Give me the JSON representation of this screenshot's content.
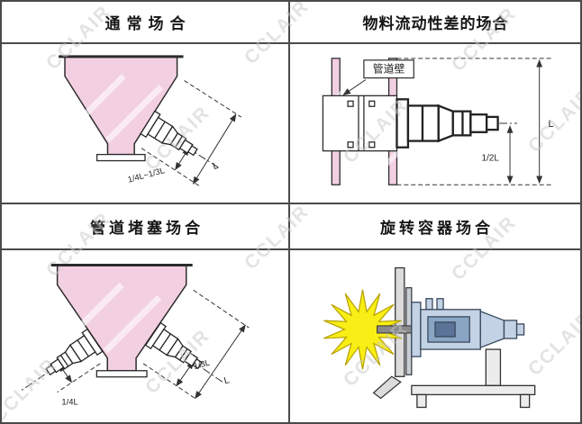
{
  "colors": {
    "pink": "#f3cfe2",
    "yellow": "#f9ee15",
    "blue": "#c3d2e4",
    "blue-dark": "#8aa4c4",
    "watermark": "#c9c9c9"
  },
  "watermark": {
    "text": "CCLAIR"
  },
  "panels": {
    "normal": {
      "title": "通常场合",
      "labels": {
        "range": "1/4L~1/3L",
        "full": "L"
      }
    },
    "poor_flow": {
      "title": "物料流动性差的场合",
      "labels": {
        "pipe_wall": "管道壁",
        "half": "1/2L",
        "full": "L"
      }
    },
    "blockage": {
      "title": "管道堵塞场合",
      "labels": {
        "quarter": "1/4L",
        "third": "1/3L",
        "full": "L"
      }
    },
    "rotating": {
      "title": "旋转容器场合"
    }
  }
}
